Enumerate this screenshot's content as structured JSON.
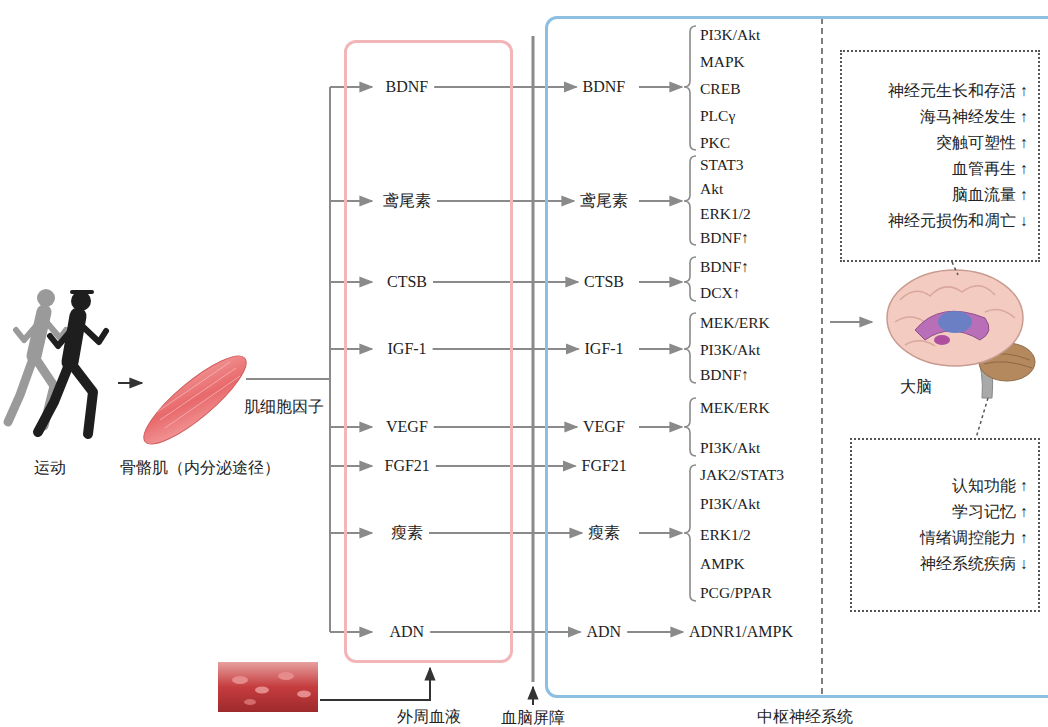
{
  "diagram": {
    "nodes": [
      {
        "text": [
          "外周血液"
        ]
      },
      {
        "text": [
          "BDNF"
        ],
        "in": 0
      },
      {
        "text": [
          "鸢尾素"
        ],
        "in": 0
      },
      {
        "text": [
          "CTSB"
        ],
        "in": 0
      },
      {
        "text": [
          "IGF-1"
        ],
        "in": 0
      },
      {
        "text": [
          "VEGF"
        ],
        "in": 0
      },
      {
        "text": [
          "FGF21"
        ],
        "in": 0
      },
      {
        "text": [
          "瘦素"
        ],
        "in": 0
      },
      {
        "text": [
          "ADN"
        ],
        "in": 0
      },
      {
        "text": [
          "中枢神经系统"
        ]
      },
      {
        "text": [
          "BDNF"
        ],
        "in": 9
      },
      {
        "text": [
          "鸢尾素"
        ],
        "in": 9
      },
      {
        "text": [
          "CTSB"
        ],
        "in": 9
      },
      {
        "text": [
          "IGF-1"
        ],
        "in": 9
      },
      {
        "text": [
          "VEGF"
        ],
        "in": 9
      },
      {
        "text": [
          "FGF21"
        ],
        "in": 9
      },
      {
        "text": [
          "瘦素"
        ],
        "in": 9
      },
      {
        "text": [
          "ADN"
        ],
        "in": 9
      },
      {
        "text": [
          "ADNR1/AMPK"
        ],
        "in": 9
      },
      {
        "text": [
          "神经元生长和存活 ↑",
          "海马神经发生 ↑",
          "突触可塑性 ↑",
          "血管再生 ↑",
          "脑血流量 ↑",
          "神经元损伤和凋亡 ↓"
        ],
        "in": 9
      },
      {
        "text": [
          "认知功能 ↑",
          "学习记忆 ↑",
          "情绪调控能力 ↑",
          "神经系统疾病 ↓"
        ],
        "in": 9
      }
    ],
    "edges": [
      {
        "from": 1,
        "to": 10,
        "arrow": "to"
      },
      {
        "from": 2,
        "to": 11,
        "arrow": "to"
      },
      {
        "from": 3,
        "to": 12,
        "arrow": "to"
      },
      {
        "from": 4,
        "to": 13,
        "arrow": "to"
      },
      {
        "from": 5,
        "to": 14,
        "arrow": "to"
      },
      {
        "from": 6,
        "to": 15,
        "arrow": "to"
      },
      {
        "from": 7,
        "to": 16,
        "arrow": "to"
      },
      {
        "from": 8,
        "to": 17,
        "arrow": "to"
      },
      {
        "from": 17,
        "to": 18,
        "arrow": "to"
      }
    ],
    "labels": [
      "运动",
      "骨骼肌（内分泌途径）",
      "肌细胞因子",
      "血脑屏障",
      "大脑",
      "PI3K/Akt",
      "MAPK",
      "CREB",
      "PLCγ",
      "PKC",
      "STAT3",
      "Akt",
      "ERK1/2",
      "BDNF↑",
      "BDNF↑",
      "DCX↑",
      "MEK/ERK",
      "PI3K/Akt",
      "BDNF↑",
      "MEK/ERK",
      "PI3K/Akt",
      "JAK2/STAT3",
      "PI3K/Akt",
      "ERK1/2",
      "AMPK",
      "PCG/PPAR"
    ]
  }
}
